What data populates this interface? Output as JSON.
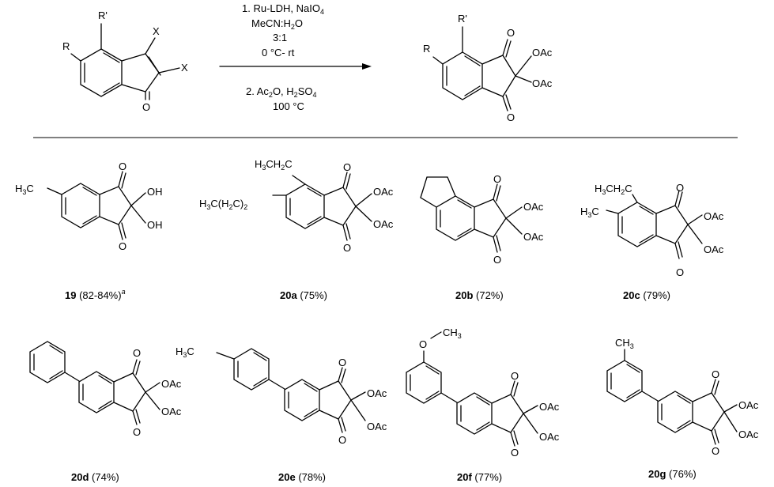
{
  "reaction": {
    "conditions": [
      {
        "text": "1. Ru-LDH, NaIO",
        "sub": "4"
      },
      {
        "text": "MeCN:H",
        "sub": "2",
        "after": "O"
      },
      {
        "text": "3:1"
      },
      {
        "text": "0 °C- rt"
      },
      {
        "text": "2. Ac",
        "sub": "2",
        "after": "O, H",
        "sub2": "2",
        "after2": "SO",
        "sub3": "4"
      },
      {
        "text": "100 °C"
      }
    ],
    "start_labels": {
      "r": "R",
      "rprime": "R'",
      "x1": "X",
      "x2": "X",
      "o": "O"
    },
    "product_labels": {
      "r": "R",
      "rprime": "R'",
      "o1": "O",
      "o2": "O",
      "oac1": "OAc",
      "oac2": "OAc"
    }
  },
  "compounds": [
    {
      "id": "19",
      "yield": "(82-84%)",
      "note": "a",
      "labels": [
        "H3C",
        "O",
        "O",
        "OH",
        "OH"
      ]
    },
    {
      "id": "20a",
      "yield": "(75%)",
      "labels": [
        "H3CH2C",
        "H3C(H2C)2",
        "O",
        "O",
        "OAc",
        "OAc"
      ]
    },
    {
      "id": "20b",
      "yield": "(72%)",
      "labels": [
        "O",
        "O",
        "OAc",
        "OAc"
      ]
    },
    {
      "id": "20c",
      "yield": "(79%)",
      "labels": [
        "H3CH2C",
        "H3C",
        "O",
        "O",
        "OAc",
        "OAc"
      ]
    },
    {
      "id": "20d",
      "yield": "(74%)",
      "labels": [
        "O",
        "O",
        "OAc",
        "OAc"
      ]
    },
    {
      "id": "20e",
      "yield": "(78%)",
      "labels": [
        "H3C",
        "O",
        "O",
        "OAc",
        "OAc"
      ]
    },
    {
      "id": "20f",
      "yield": "(77%)",
      "labels": [
        "O",
        "CH3",
        "O",
        "O",
        "OAc",
        "OAc"
      ]
    },
    {
      "id": "20g",
      "yield": "(76%)",
      "labels": [
        "CH3",
        "O",
        "O",
        "OAc",
        "OAc"
      ]
    }
  ]
}
